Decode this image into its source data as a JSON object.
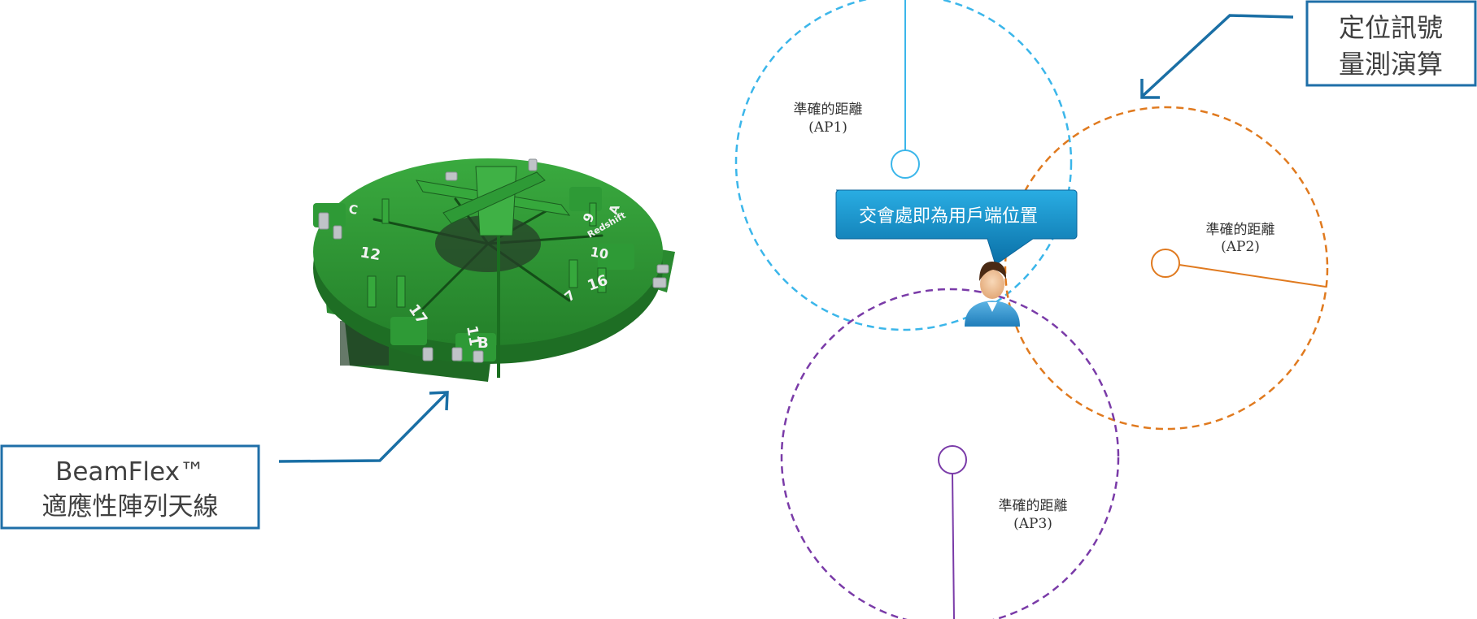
{
  "beamflex_box": {
    "line1": "BeamFlex™",
    "line2": "適應性陣列天線"
  },
  "positioning_box": {
    "line1": "定位訊號",
    "line2": "量測演算"
  },
  "callout": {
    "text": "交會處即為用戶端位置"
  },
  "access_points": [
    {
      "name_line1": "準確的距離",
      "name_line2": "(AP1)",
      "color": "#3BB6EA"
    },
    {
      "name_line1": "準確的距離",
      "name_line2": "(AP2)",
      "color": "#E07A1F"
    },
    {
      "name_line1": "準確的距離",
      "name_line2": "(AP3)",
      "color": "#7A3BA8"
    }
  ],
  "device_labels": [
    "C",
    "12",
    "17",
    "11",
    "B",
    "16",
    "10",
    "9",
    "A",
    "7",
    "Redshift"
  ],
  "colors": {
    "box_border": "#1F6FA8",
    "arrow": "#1A6FA5",
    "callout_top": "#23A3DD",
    "callout_bottom": "#0B72A8",
    "pcb_green": "#2E9A36",
    "pcb_dark": "#1E6E24"
  }
}
